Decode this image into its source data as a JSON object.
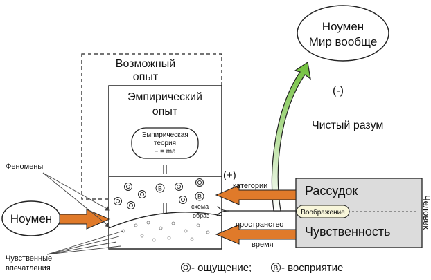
{
  "noumenon_world": {
    "line1": "Ноумен",
    "line2": "Мир вообще"
  },
  "possible_experience": {
    "line1": "Возможный",
    "line2": "опыт"
  },
  "empirical_experience": {
    "line1": "Эмпирический",
    "line2": "опыт"
  },
  "empirical_theory": {
    "line1": "Эмпирическая",
    "line2": "теория",
    "line3": "F = ma"
  },
  "equals_sign": "||",
  "pure_reason": "Чистый разум",
  "negative_sign": "(-)",
  "positive_sign": "(+)",
  "human_label": "Человек",
  "understanding": "Рассудок",
  "imagination": "Воображение",
  "sensibility": "Чувственность",
  "categories_label": "категории",
  "schema_label": "схема",
  "image_label": "образ",
  "space_label": "пространство",
  "time_label": "время",
  "phenomena_label": "Феномены",
  "noumenon": "Ноумен",
  "impressions": {
    "line1": "Чувственные",
    "line2": "впечатления"
  },
  "legend": {
    "sensation_symbol": "O",
    "sensation_text": "- ощущение;",
    "perception_symbol": "B",
    "perception_text": "- восприятие"
  },
  "colors": {
    "orange_arrow": "#e07a2a",
    "green_arrow": "#7cc242",
    "human_box": "#dcdcdc",
    "imagination_box": "#f8f6da"
  }
}
